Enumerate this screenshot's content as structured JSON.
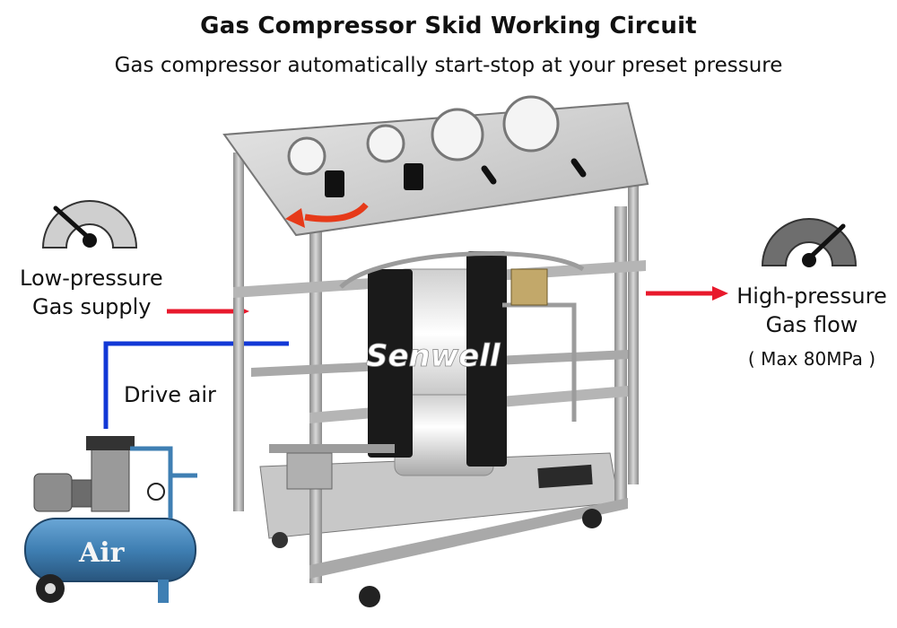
{
  "title": "Gas Compressor Skid Working Circuit",
  "subtitle": "Gas compressor automatically start-stop at your preset pressure",
  "low_pressure": {
    "line1": "Low-pressure",
    "line2": "Gas supply"
  },
  "high_pressure": {
    "line1": "High-pressure",
    "line2": "Gas flow",
    "note": "( Max 80MPa )"
  },
  "drive_air": "Drive air",
  "compressor_label": "Air",
  "brand": "Senwell",
  "colors": {
    "supply_arrow": "#e8192c",
    "drive_line": "#1238d6",
    "tank": "#3f7fb3",
    "frame": "#9a9a9a"
  }
}
